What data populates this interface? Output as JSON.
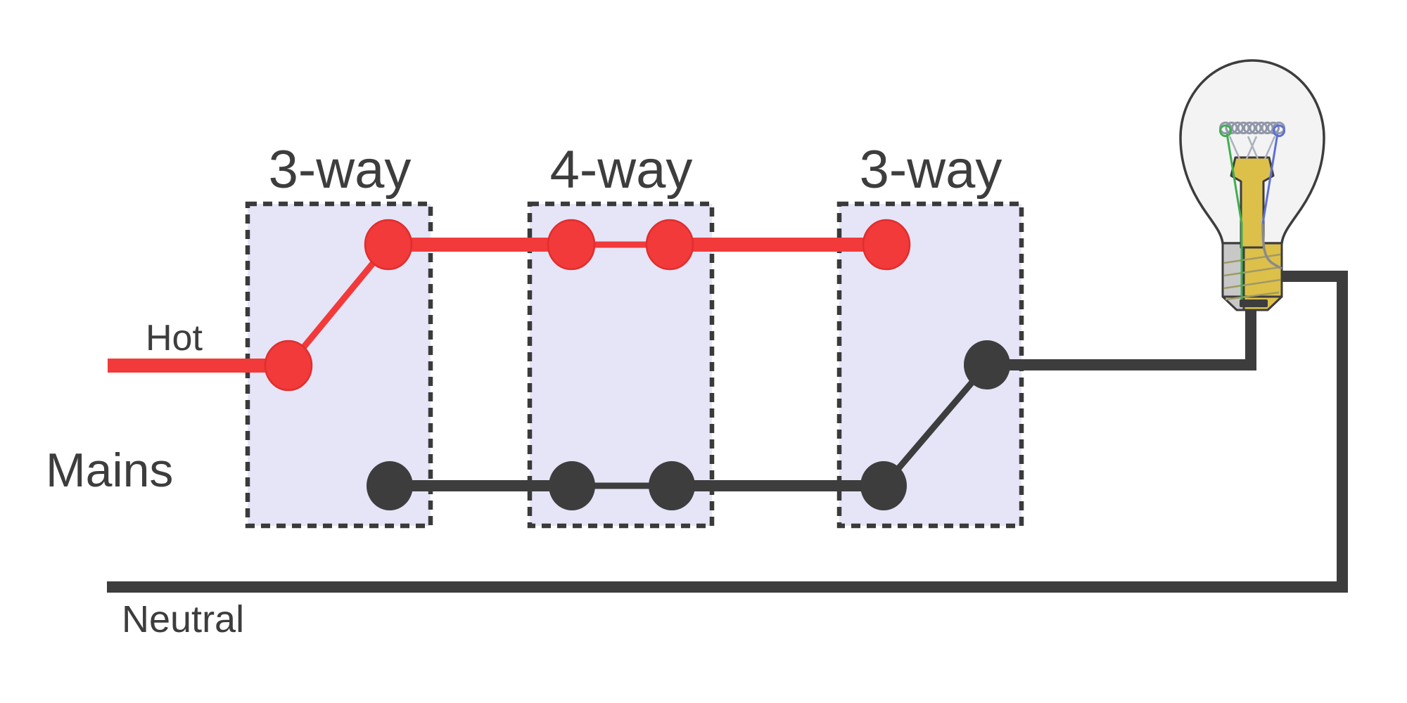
{
  "labels": {
    "hot": "Hot",
    "mains": "Mains",
    "neutral": "Neutral"
  },
  "switches": [
    {
      "label": "3-way"
    },
    {
      "label": "4-way"
    },
    {
      "label": "3-way"
    }
  ],
  "icons": {
    "bulb": "light-bulb-icon"
  },
  "colors": {
    "hot_red": "#f23a3a",
    "hot_red_edge": "#e02e2e",
    "wire_dark": "#3d3d3d",
    "box_fill": "#e5e5f7",
    "box_border": "#3a3a3a",
    "label_text": "#3d3d3d",
    "bulb_glass": "#f3f3f3",
    "bulb_outline": "#3d3d3d",
    "bulb_gold": "#dcc04a",
    "bulb_base_gray": "#c8c8c8",
    "lead_green": "#3fae4f",
    "lead_blue": "#5c6fd6",
    "filament_gray": "#9097a8"
  }
}
